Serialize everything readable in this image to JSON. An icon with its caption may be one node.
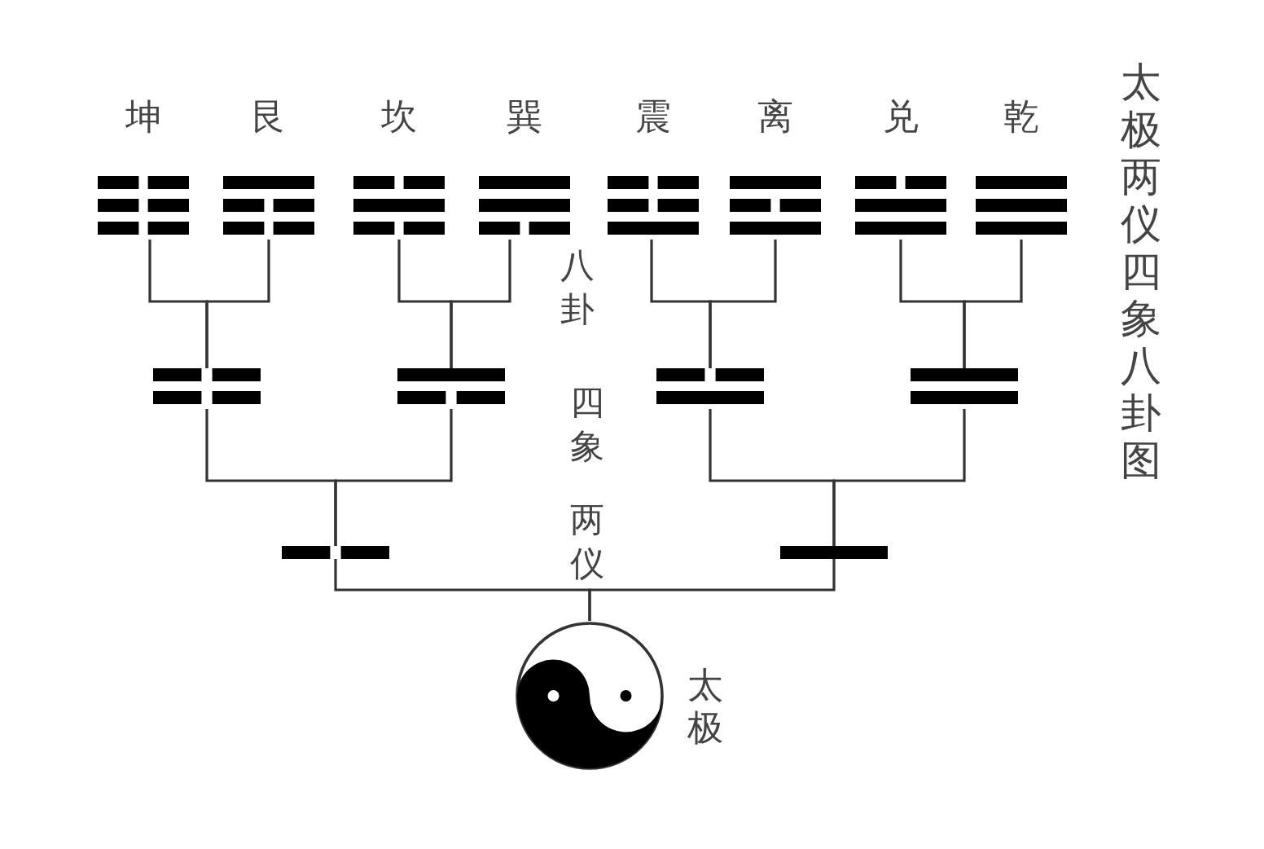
{
  "diagram": {
    "title": "太极两仪四象八卦图",
    "nodes": [
      {
        "text": [
          "坤"
        ]
      },
      {
        "text": [
          "艮"
        ]
      },
      {
        "text": [
          "坎"
        ]
      },
      {
        "text": [
          "巽"
        ]
      },
      {
        "text": [
          "震"
        ]
      },
      {
        "text": [
          "离"
        ]
      },
      {
        "text": [
          "兑"
        ]
      },
      {
        "text": [
          "乾"
        ]
      },
      {
        "text": [],
        "shape": "bar"
      },
      {
        "text": [],
        "shape": "bar"
      },
      {
        "text": [],
        "shape": "bar"
      },
      {
        "text": [],
        "shape": "bar"
      },
      {
        "text": [],
        "shape": "bar"
      },
      {
        "text": [],
        "shape": "bar"
      },
      {
        "text": [],
        "shape": "circle",
        "beside": [
          "太极"
        ]
      }
    ],
    "edges": [
      {
        "from": 14,
        "to": 12,
        "arrow": "none"
      },
      {
        "from": 14,
        "to": 13,
        "arrow": "none"
      },
      {
        "from": 12,
        "to": 8,
        "arrow": "none"
      },
      {
        "from": 12,
        "to": 9,
        "arrow": "none"
      },
      {
        "from": 13,
        "to": 10,
        "arrow": "none"
      },
      {
        "from": 13,
        "to": 11,
        "arrow": "none"
      },
      {
        "from": 8,
        "to": 0,
        "arrow": "none"
      },
      {
        "from": 8,
        "to": 1,
        "arrow": "none"
      },
      {
        "from": 9,
        "to": 2,
        "arrow": "none"
      },
      {
        "from": 9,
        "to": 3,
        "arrow": "none"
      },
      {
        "from": 10,
        "to": 4,
        "arrow": "none"
      },
      {
        "from": 10,
        "to": 5,
        "arrow": "none"
      },
      {
        "from": 11,
        "to": 6,
        "arrow": "none"
      },
      {
        "from": 11,
        "to": 7,
        "arrow": "none"
      }
    ],
    "labels": [
      "八卦",
      "四象",
      "两仪"
    ]
  }
}
